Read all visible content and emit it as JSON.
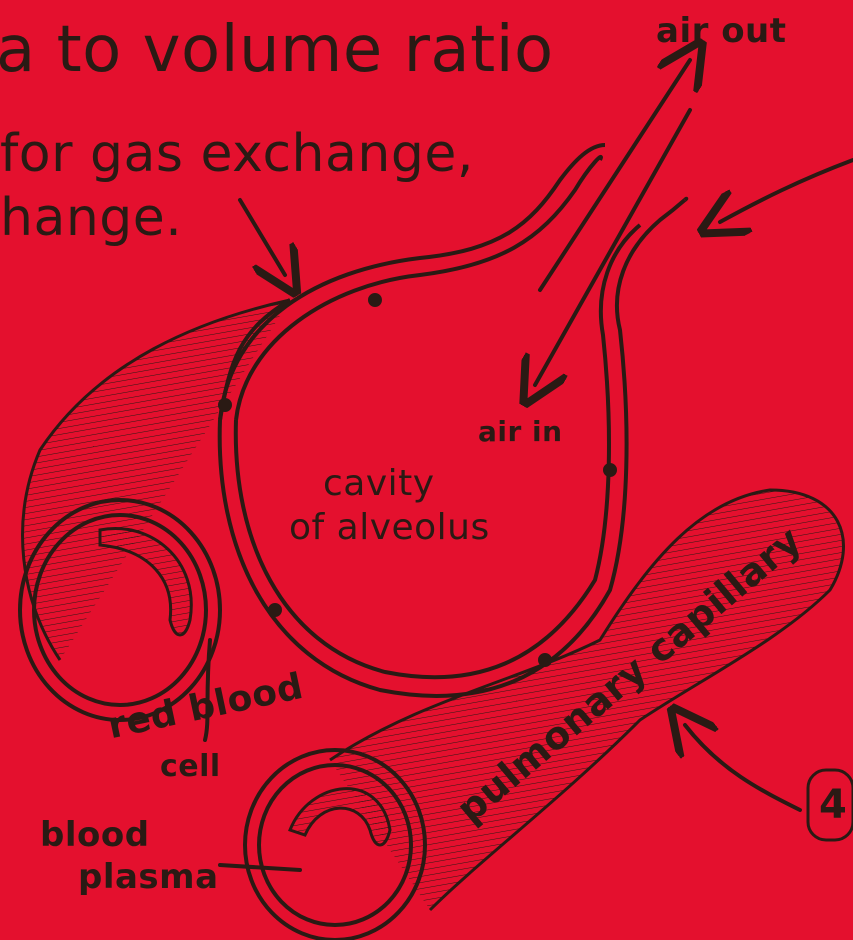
{
  "text": {
    "title_fragment": "a to volume ratio",
    "note_line1": "for gas exchange,",
    "note_line2": "hange.",
    "air_out": "air out",
    "air_in": "air in",
    "cavity_line1": "cavity",
    "cavity_line2": "of alveolus",
    "capillary": "pulmonary capillary",
    "rbc_line1": "red blood",
    "rbc_line2": "cell",
    "plasma_line1": "blood",
    "plasma_line2": "plasma",
    "number_badge": "4"
  },
  "colors": {
    "background": "#e4102e",
    "ink": "#2a1a14"
  }
}
